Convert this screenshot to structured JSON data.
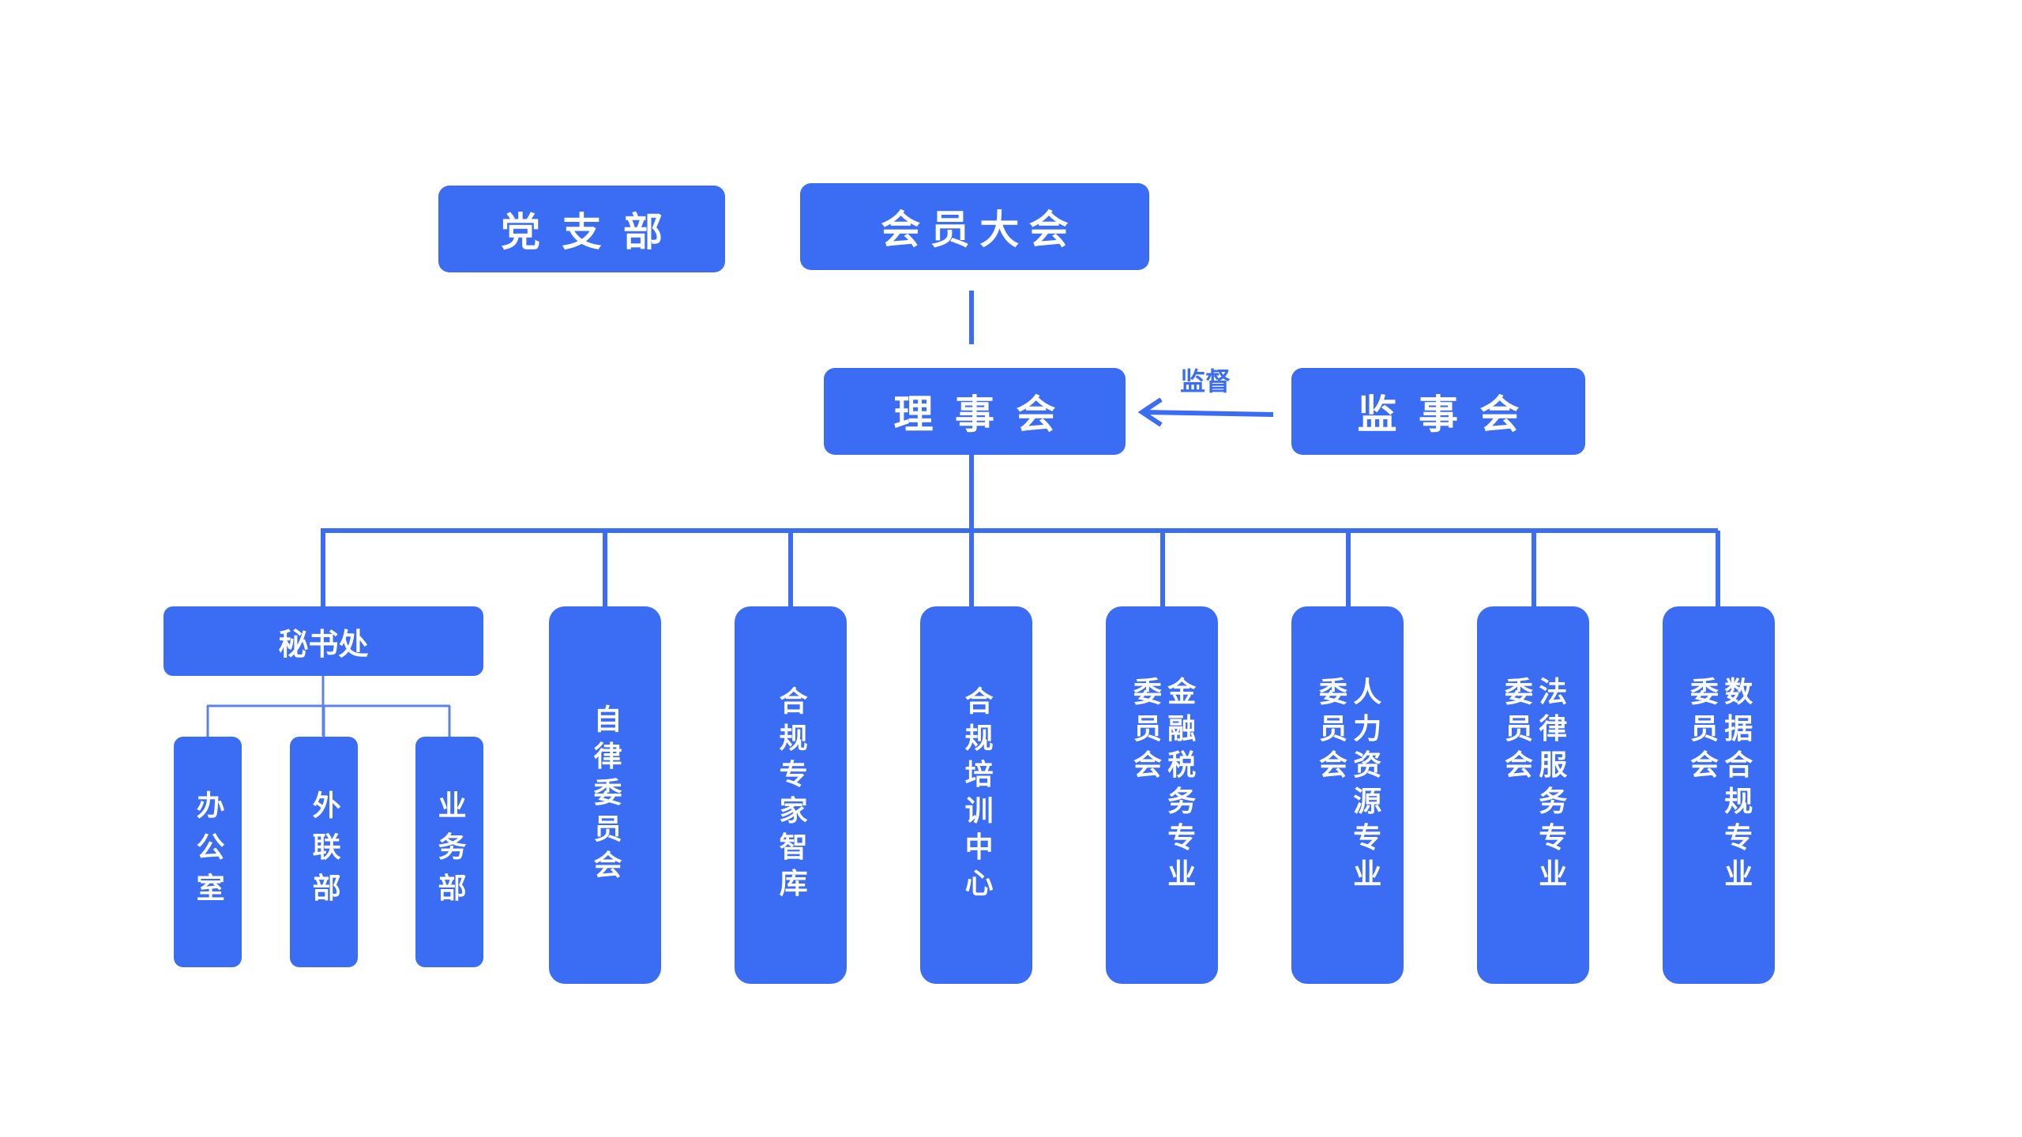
{
  "diagram": {
    "top": {
      "party_branch": "党支部",
      "general_assembly": "会员大会"
    },
    "council": "理事会",
    "supervisory_board": "监事会",
    "supervise_label": "监督",
    "secretariat": {
      "name": "秘书处",
      "offices": [
        "办公室",
        "外联部",
        "业务部"
      ]
    },
    "committees": [
      "自律委员会",
      "合规专家智库",
      "合规培训中心",
      "金融税务专业委员会",
      "人力资源专业委员会",
      "法律服务专业委员会",
      "数据合规专业委员会"
    ],
    "colors": {
      "box": "#3b6cf4",
      "line": "#3b6cf4",
      "text": "#ffffff"
    }
  }
}
